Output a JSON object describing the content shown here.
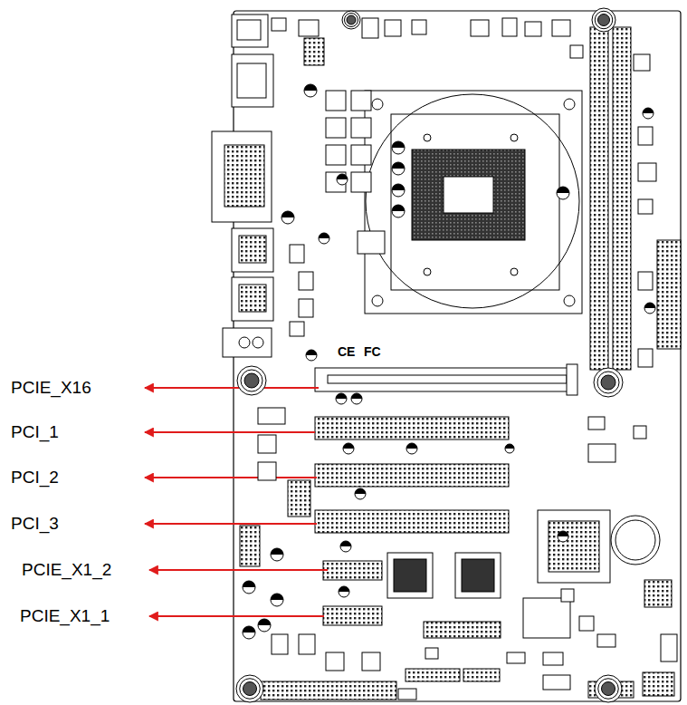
{
  "diagram": {
    "labels": [
      "CE",
      "FC",
      "PCIE_X16",
      "PCI_1",
      "PCI_2",
      "PCI_3",
      "PCIE_X1_2",
      "PCIE_X1_1"
    ]
  }
}
